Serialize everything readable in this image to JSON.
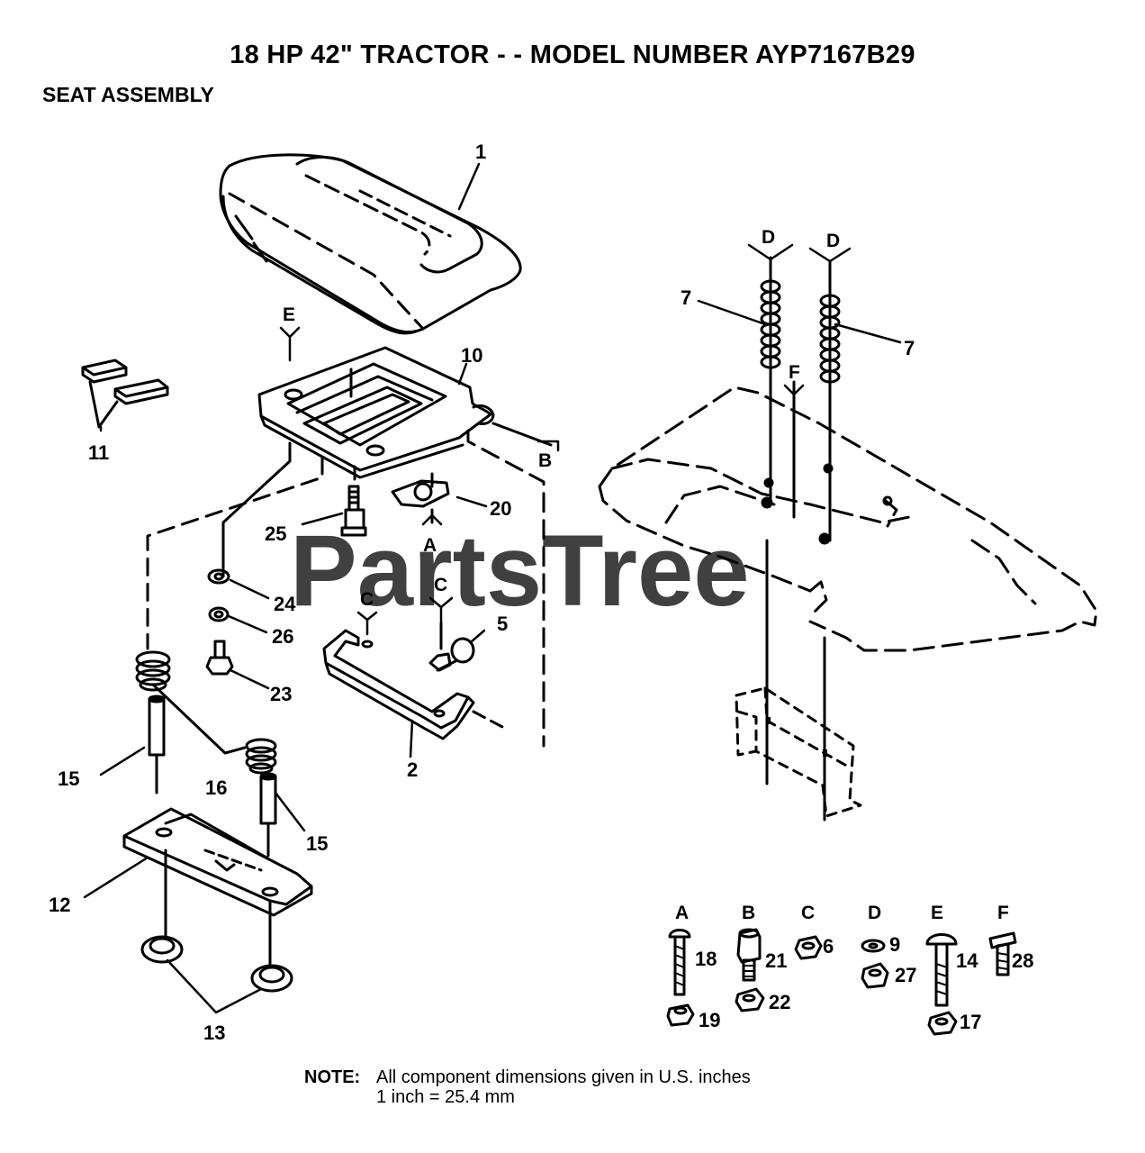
{
  "header": {
    "title": "18 HP 42\" TRACTOR - - MODEL NUMBER AYP7167B29",
    "subtitle": "SEAT ASSEMBLY"
  },
  "watermark": "PartsTree",
  "callouts": {
    "c1": "1",
    "c2": "2",
    "c5": "5",
    "c7a": "7",
    "c7b": "7",
    "c10": "10",
    "c11": "11",
    "c12": "12",
    "c13": "13",
    "c15a": "15",
    "c15b": "15",
    "c16": "16",
    "c20": "20",
    "c23": "23",
    "c24": "24",
    "c25": "25",
    "c26": "26"
  },
  "ref_letters": {
    "A": "A",
    "B": "B",
    "Ca": "C",
    "Cb": "C",
    "Da": "D",
    "Db": "D",
    "E": "E",
    "F": "F"
  },
  "hardware_legend": [
    {
      "letter": "A",
      "parts": [
        "18",
        "19"
      ]
    },
    {
      "letter": "B",
      "parts": [
        "21",
        "22"
      ]
    },
    {
      "letter": "C",
      "parts": [
        "6"
      ]
    },
    {
      "letter": "D",
      "parts": [
        "9",
        "27"
      ]
    },
    {
      "letter": "E",
      "parts": [
        "14",
        "17"
      ]
    },
    {
      "letter": "F",
      "parts": [
        "28"
      ]
    }
  ],
  "note": {
    "label": "NOTE:",
    "line1": "All component dimensions given in U.S. inches",
    "line2": "1 inch = 25.4 mm"
  }
}
